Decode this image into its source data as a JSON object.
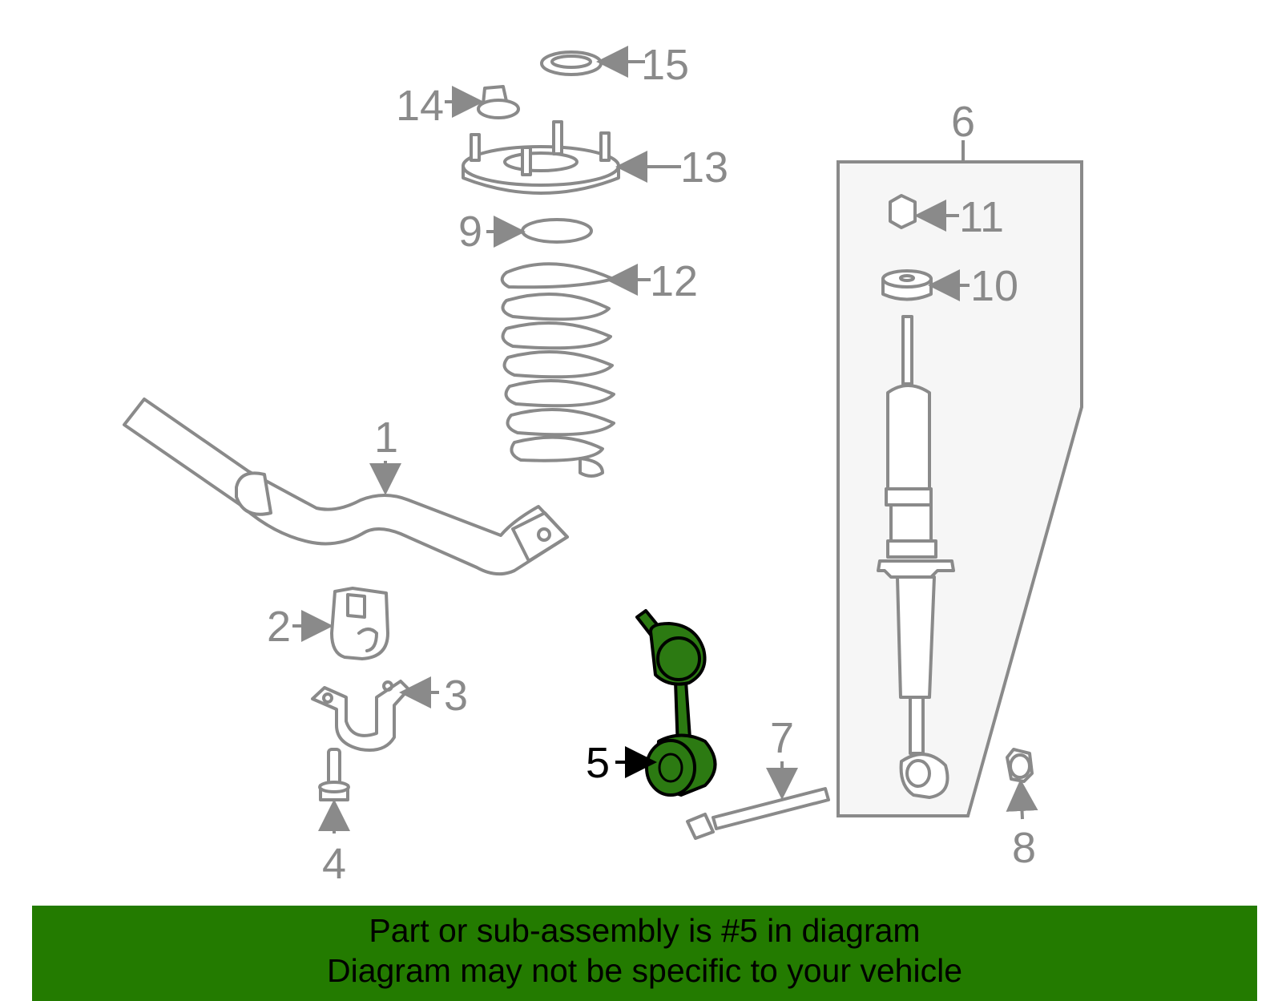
{
  "diagram": {
    "highlight_color": "#2c7a12",
    "line_color": "#8a8a8a",
    "callouts": {
      "c1": "1",
      "c2": "2",
      "c3": "3",
      "c4": "4",
      "c5": "5",
      "c6": "6",
      "c7": "7",
      "c8": "8",
      "c9": "9",
      "c10": "10",
      "c11": "11",
      "c12": "12",
      "c13": "13",
      "c14": "14",
      "c15": "15"
    },
    "highlighted_part": "5"
  },
  "banner": {
    "line1": "Part or sub-assembly is #5 in diagram",
    "line2": "Diagram may not be specific to your vehicle",
    "color": "#237b00"
  }
}
